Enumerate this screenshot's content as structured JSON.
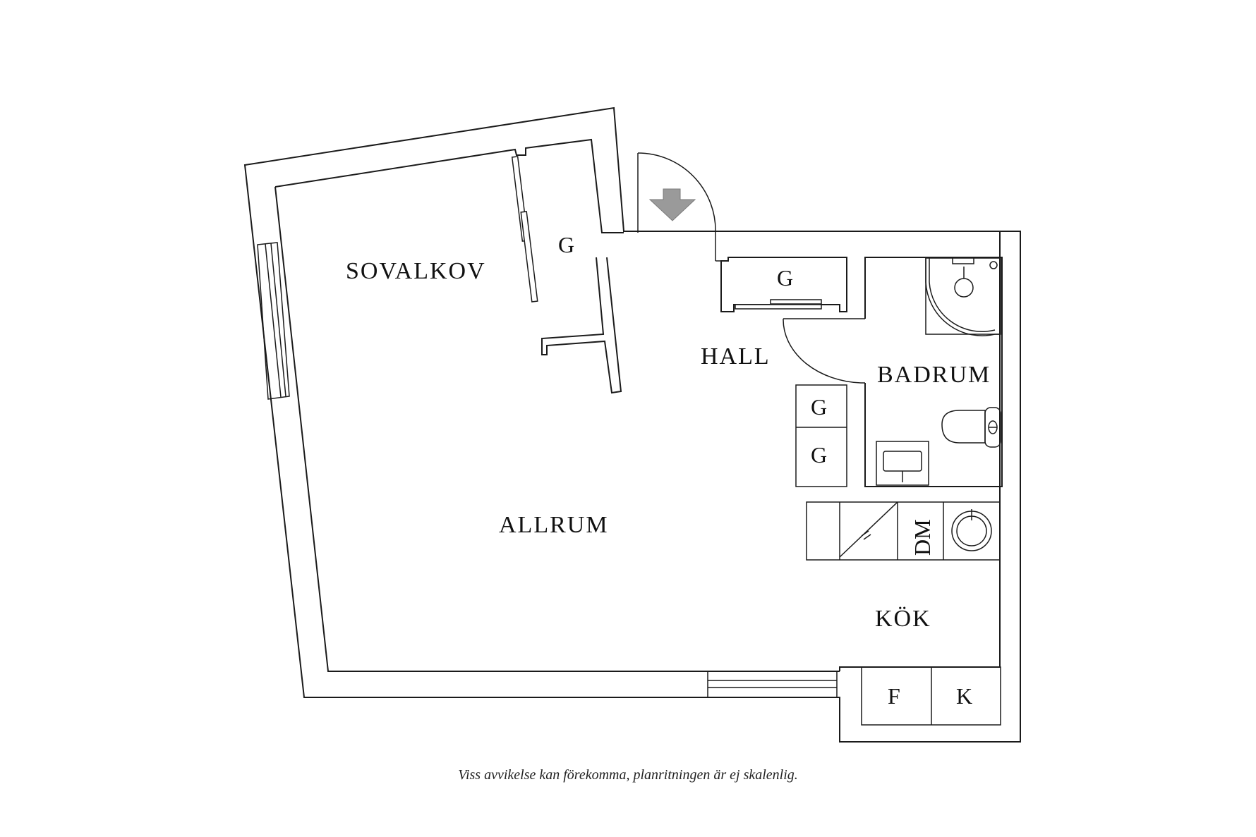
{
  "rooms": {
    "sovalkov": "SOVALKOV",
    "hall": "HALL",
    "badrum": "BADRUM",
    "allrum": "ALLRUM",
    "kok": "KÖK"
  },
  "units": {
    "closet_sovalkov": "G",
    "closet_hall": "G",
    "closet_upper": "G",
    "closet_lower": "G",
    "dishwasher": "DM",
    "fridge": "F",
    "freezer": "K"
  },
  "disclaimer": "Viss avvikelse kan förekomma, planritningen är ej skalenlig.",
  "colors": {
    "line": "#1a1a1a",
    "entrance_arrow": "#9a9a9a"
  }
}
